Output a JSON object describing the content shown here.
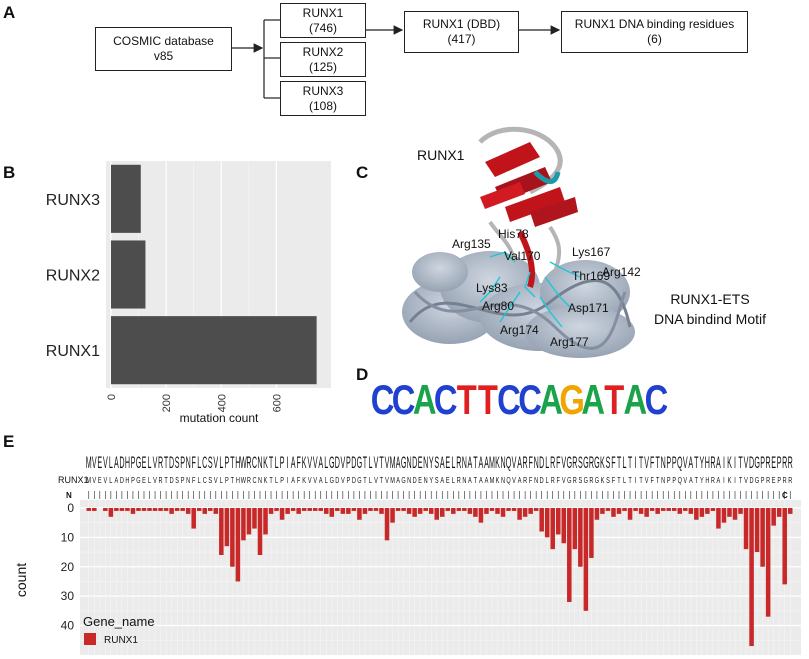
{
  "panel_labels": {
    "a": "A",
    "b": "B",
    "c": "C",
    "d": "D",
    "e": "E"
  },
  "flow": {
    "cosmic": {
      "line1": "COSMIC database",
      "line2": "v85"
    },
    "runx1": {
      "name": "RUNX1",
      "count": "(746)"
    },
    "runx2": {
      "name": "RUNX2",
      "count": "(125)"
    },
    "runx3": {
      "name": "RUNX3",
      "count": "(108)"
    },
    "dbd": {
      "name": "RUNX1 (DBD)",
      "count": "(417)"
    },
    "residues": {
      "name": "RUNX1 DNA binding residues",
      "count": "(6)"
    }
  },
  "structure": {
    "protein_label": "RUNX1",
    "dna_label_line1": "RUNX1-ETS",
    "dna_label_line2": "DNA bindind Motif",
    "residues": [
      "His78",
      "Arg135",
      "Lys167",
      "Val170",
      "Arg142",
      "Thr169",
      "Lys83",
      "Arg80",
      "Asp171",
      "Arg174",
      "Arg177"
    ],
    "colors": {
      "helix": "#c0141a",
      "dna": "#9aa7b8",
      "contact": "#1fc6d6"
    }
  },
  "motif": {
    "letters": [
      "C",
      "C",
      "A",
      "C",
      "T",
      "T",
      "C",
      "C",
      "A",
      "G",
      "A",
      "T",
      "A",
      "C"
    ],
    "colors": {
      "A": "#1aa34a",
      "C": "#2040d0",
      "G": "#f0a500",
      "T": "#e02020"
    }
  },
  "sequence": {
    "row_label": "RUNX1",
    "residues": "MVEVLADHPGELVRTDSPNFLCSVLPTHWRCNKTLPIAFKVVALGDVPDGTLVTVMAGNDENYSAELRNATAAMKNQVARFNDLRFVGRSGRGKSFTLTITVFTNPPQVATYHRAIKITVDGPREPRR",
    "n_term": "N",
    "c_term": "C"
  },
  "chart_data": [
    {
      "type": "bar",
      "orientation": "horizontal",
      "categories": [
        "RUNX3",
        "RUNX2",
        "RUNX1"
      ],
      "values": [
        108,
        125,
        746
      ],
      "xlabel": "mutation count",
      "ylabel": "",
      "xticks": [
        0,
        200,
        400,
        600
      ],
      "xlim": [
        0,
        780
      ],
      "grid": true,
      "bar_color": "#4d4d4d"
    },
    {
      "type": "bar",
      "orientation": "vertical-down",
      "x": [
        1,
        2,
        3,
        4,
        5,
        6,
        7,
        8,
        9,
        10,
        11,
        12,
        13,
        14,
        15,
        16,
        17,
        18,
        19,
        20,
        21,
        22,
        23,
        24,
        25,
        26,
        27,
        28,
        29,
        30,
        31,
        32,
        33,
        34,
        35,
        36,
        37,
        38,
        39,
        40,
        41,
        42,
        43,
        44,
        45,
        46,
        47,
        48,
        49,
        50,
        51,
        52,
        53,
        54,
        55,
        56,
        57,
        58,
        59,
        60,
        61,
        62,
        63,
        64,
        65,
        66,
        67,
        68,
        69,
        70,
        71,
        72,
        73,
        74,
        75,
        76,
        77,
        78,
        79,
        80,
        81,
        82,
        83,
        84,
        85,
        86,
        87,
        88,
        89,
        90,
        91,
        92,
        93,
        94,
        95,
        96,
        97,
        98,
        99,
        100,
        101,
        102,
        103,
        104,
        105,
        106,
        107,
        108,
        109,
        110,
        111,
        112,
        113,
        114,
        115,
        116,
        117,
        118,
        119,
        120,
        121,
        122,
        123,
        124,
        125,
        126,
        127,
        128
      ],
      "values": [
        1,
        1,
        0,
        1,
        3,
        1,
        1,
        1,
        2,
        1,
        1,
        1,
        1,
        1,
        1,
        2,
        1,
        1,
        2,
        7,
        1,
        2,
        1,
        2,
        16,
        13,
        20,
        25,
        11,
        9,
        7,
        16,
        9,
        2,
        1,
        4,
        2,
        1,
        2,
        1,
        1,
        1,
        1,
        2,
        3,
        1,
        2,
        2,
        1,
        4,
        2,
        1,
        1,
        2,
        11,
        5,
        1,
        1,
        2,
        3,
        2,
        1,
        2,
        4,
        3,
        1,
        2,
        1,
        1,
        2,
        3,
        5,
        2,
        1,
        2,
        3,
        1,
        1,
        4,
        3,
        2,
        1,
        8,
        10,
        14,
        9,
        12,
        32,
        14,
        20,
        35,
        17,
        4,
        2,
        1,
        3,
        2,
        1,
        4,
        1,
        2,
        3,
        1,
        2,
        1,
        1,
        1,
        2,
        1,
        2,
        4,
        3,
        2,
        1,
        7,
        5,
        3,
        4,
        2,
        14,
        47,
        15,
        20,
        37,
        6,
        3,
        26,
        2
      ],
      "title": "",
      "xlabel": "",
      "ylabel": "count",
      "yticks": [
        0,
        10,
        20,
        30,
        40
      ],
      "ylim": [
        0,
        48
      ],
      "legend": {
        "title": "Gene_name",
        "entries": [
          {
            "name": "RUNX1",
            "color": "#c82828"
          }
        ],
        "placement": "bottom-left"
      },
      "bar_color": "#c82828"
    }
  ]
}
